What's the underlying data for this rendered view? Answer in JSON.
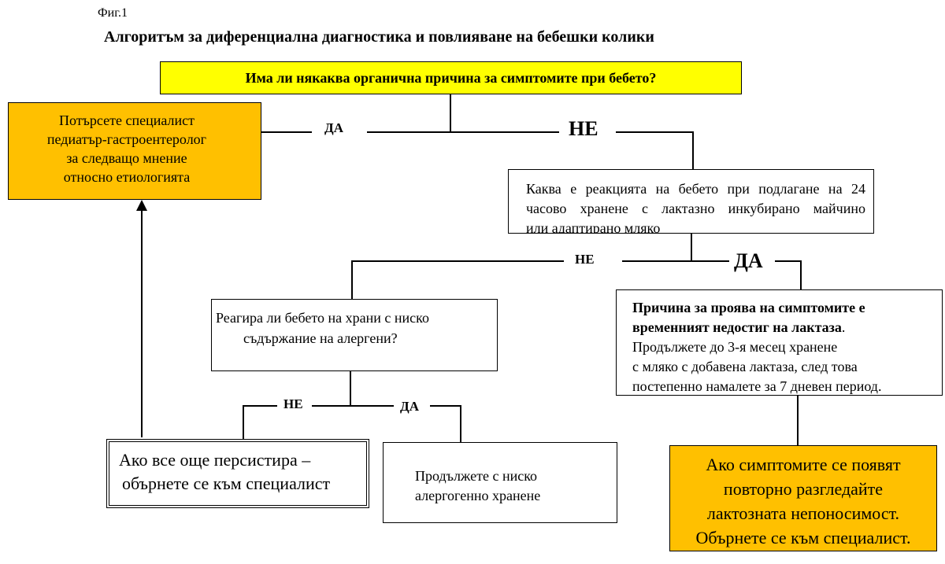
{
  "figure_label": "Фиг.1",
  "title": "Алгоритъм за диференциална диагностика и повлияване на бебешки колики",
  "nodes": {
    "q1": "Има ли някаква органична причина за симптомите при бебето?",
    "spec1": [
      "Потърсете специалист",
      "педиатър-гастроентеролог",
      "за следващо мнение",
      "относно етиологията"
    ],
    "q2": [
      "Каква е реакцията на бебето при подлагане на 24",
      "часово хранене с лактазно инкубирано майчино",
      "или адаптирано мляко"
    ],
    "q3": [
      "Реагира ли бебето на храни с ниско",
      "съдържание на алергени?"
    ],
    "cause": {
      "bold_lines": [
        "Причина за проява на симптомите е",
        "временният недостиг на лактаза"
      ],
      "bold_suffix": ".",
      "lines": [
        "Продължете до 3-я месец хранене",
        "с мляко с добавена лактаза, след това",
        "постепенно намалете за 7 дневен период."
      ]
    },
    "persist": [
      "Ако все още персистира –",
      "обърнете се към специалист"
    ],
    "lowall": [
      "Продължете с ниско",
      "алергогенно хранене"
    ],
    "recur": [
      "Ако симптомите се появят",
      "повторно разгледайте",
      "лактозната непоносимост.",
      "Обърнете се към специалист."
    ]
  },
  "edges": {
    "q1_yes": "ДА",
    "q1_no": "НЕ",
    "q2_no": "НЕ",
    "q2_yes": "ДА",
    "q3_no": "НЕ",
    "q3_yes": "ДА"
  },
  "colors": {
    "question_fill": "#ffff00",
    "action_fill": "#ffc000"
  }
}
